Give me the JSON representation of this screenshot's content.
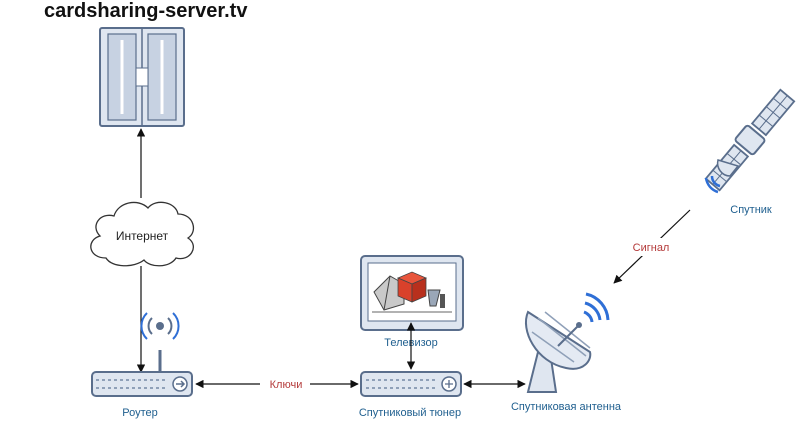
{
  "site_title": "cardsharing-server.tv",
  "nodes": {
    "internet": "Интернет",
    "router": "Роутер",
    "tv": "Телевизор",
    "tuner": "Спутниковый тюнер",
    "antenna": "Спутниковая антенна",
    "satellite": "Спутник"
  },
  "links": {
    "keys": "Ключи",
    "signal": "Сигнал"
  },
  "colors": {
    "device_label": "#1f5f8f",
    "connector_label": "#b43a3a",
    "device_fill": "#dfe6f0",
    "device_stroke": "#5a6e8c",
    "signal_blue": "#2f6fd6",
    "cube_red": "#d9412b"
  }
}
